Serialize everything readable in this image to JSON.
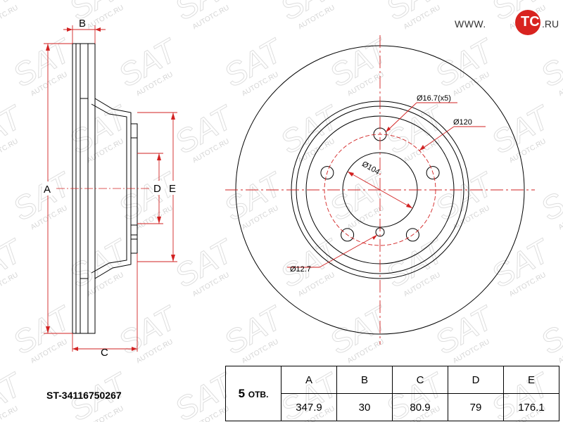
{
  "watermark": {
    "brand": "SAT",
    "site": "AUTOTC.RU"
  },
  "logo": {
    "prefix": "WWW.",
    "mark": "TC",
    "suffix": ".RU",
    "brand_color": "#d8231f"
  },
  "side_view": {
    "label_a": "A",
    "label_b": "B",
    "label_c": "C",
    "label_d": "D",
    "label_e": "E"
  },
  "front_view": {
    "bolt_hole_label": "Ø16.7(x5)",
    "bolt_circle_label": "Ø120",
    "center_bore_label": "Ø104",
    "pin_hole_label": "Ø12.7"
  },
  "part_number": "ST-34116750267",
  "spec_table": {
    "holes_count": "5",
    "holes_unit": "ОТВ.",
    "headers": [
      "A",
      "B",
      "C",
      "D",
      "E"
    ],
    "values": [
      "347.9",
      "30",
      "80.9",
      "79",
      "176.1"
    ]
  },
  "colors": {
    "dimension_red": "#d22222",
    "line": "#000000",
    "watermark_gray": "#d4d4d4"
  }
}
